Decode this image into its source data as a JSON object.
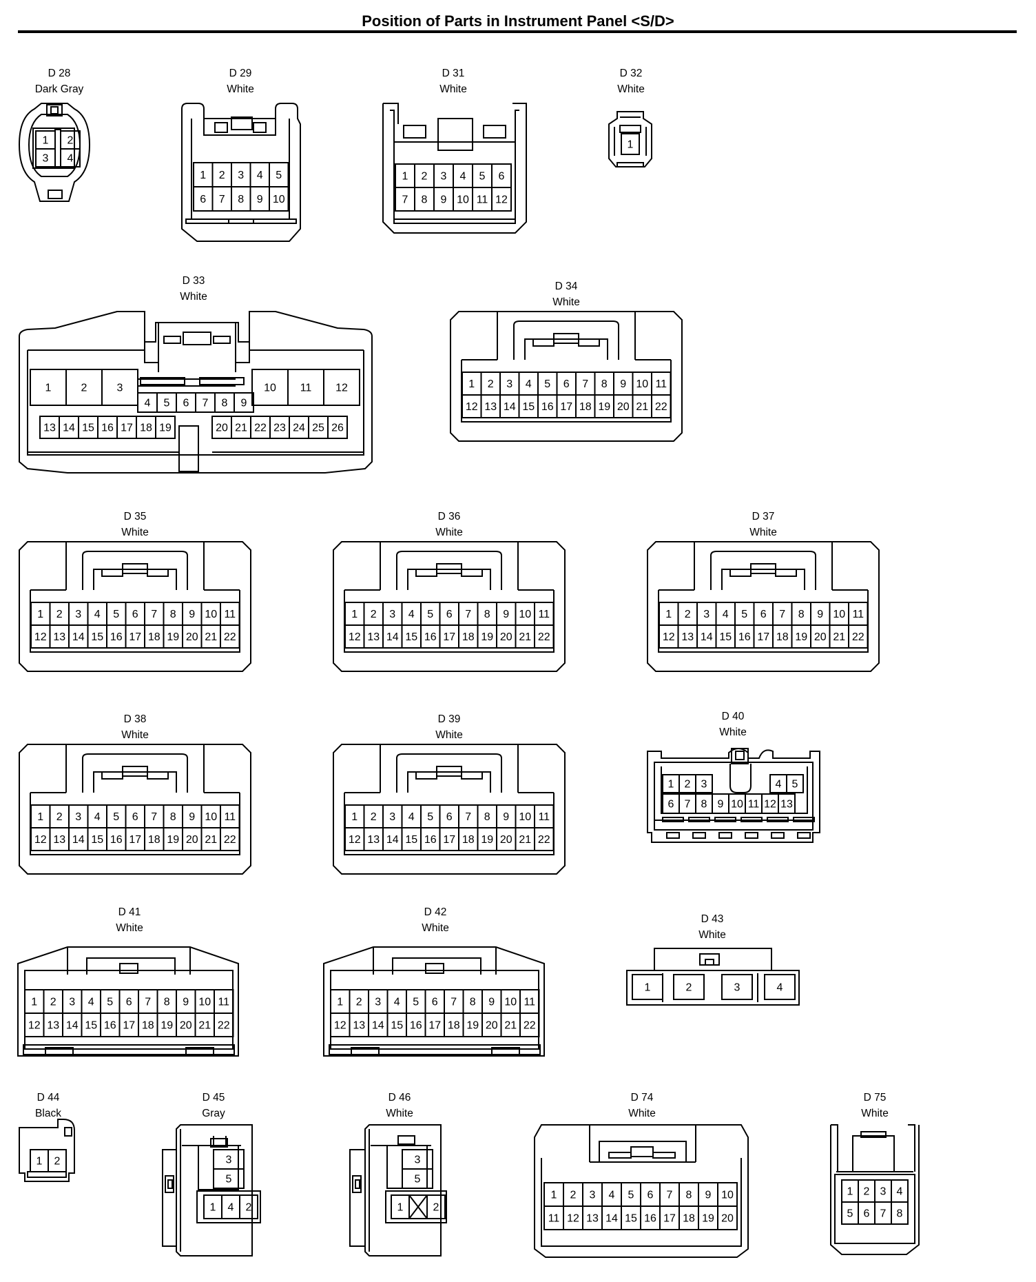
{
  "title": "Position of Parts in Instrument Panel <S/D>",
  "connectors": [
    {
      "id": "D 28",
      "color": "Dark Gray",
      "rows": [
        [
          1,
          2
        ],
        [
          3,
          4
        ]
      ]
    },
    {
      "id": "D 29",
      "color": "White",
      "rows": [
        [
          1,
          2,
          3,
          4,
          5
        ],
        [
          6,
          7,
          8,
          9,
          10
        ]
      ]
    },
    {
      "id": "D 31",
      "color": "White",
      "rows": [
        [
          1,
          2,
          3,
          4,
          5,
          6
        ],
        [
          7,
          8,
          9,
          10,
          11,
          12
        ]
      ]
    },
    {
      "id": "D 32",
      "color": "White",
      "rows": [
        [
          1
        ]
      ]
    },
    {
      "id": "D 33",
      "color": "White",
      "rows": [
        [
          1,
          2,
          3,
          10,
          11,
          12
        ],
        [
          4,
          5,
          6,
          7,
          8,
          9
        ],
        [
          13,
          14,
          15,
          16,
          17,
          18,
          19,
          20,
          21,
          22,
          23,
          24,
          25,
          26
        ]
      ]
    },
    {
      "id": "D 34",
      "color": "White",
      "rows": [
        [
          1,
          2,
          3,
          4,
          5,
          6,
          7,
          8,
          9,
          10,
          11
        ],
        [
          12,
          13,
          14,
          15,
          16,
          17,
          18,
          19,
          20,
          21,
          22
        ]
      ]
    },
    {
      "id": "D 35",
      "color": "White",
      "rows": [
        [
          1,
          2,
          3,
          4,
          5,
          6,
          7,
          8,
          9,
          10,
          11
        ],
        [
          12,
          13,
          14,
          15,
          16,
          17,
          18,
          19,
          20,
          21,
          22
        ]
      ]
    },
    {
      "id": "D 36",
      "color": "White",
      "rows": [
        [
          1,
          2,
          3,
          4,
          5,
          6,
          7,
          8,
          9,
          10,
          11
        ],
        [
          12,
          13,
          14,
          15,
          16,
          17,
          18,
          19,
          20,
          21,
          22
        ]
      ]
    },
    {
      "id": "D 37",
      "color": "White",
      "rows": [
        [
          1,
          2,
          3,
          4,
          5,
          6,
          7,
          8,
          9,
          10,
          11
        ],
        [
          12,
          13,
          14,
          15,
          16,
          17,
          18,
          19,
          20,
          21,
          22
        ]
      ]
    },
    {
      "id": "D 38",
      "color": "White",
      "rows": [
        [
          1,
          2,
          3,
          4,
          5,
          6,
          7,
          8,
          9,
          10,
          11
        ],
        [
          12,
          13,
          14,
          15,
          16,
          17,
          18,
          19,
          20,
          21,
          22
        ]
      ]
    },
    {
      "id": "D 39",
      "color": "White",
      "rows": [
        [
          1,
          2,
          3,
          4,
          5,
          6,
          7,
          8,
          9,
          10,
          11
        ],
        [
          12,
          13,
          14,
          15,
          16,
          17,
          18,
          19,
          20,
          21,
          22
        ]
      ]
    },
    {
      "id": "D 40",
      "color": "White",
      "rows": [
        [
          1,
          2,
          3,
          4,
          5
        ],
        [
          6,
          7,
          8,
          9,
          10,
          11,
          12,
          13
        ]
      ]
    },
    {
      "id": "D 41",
      "color": "White",
      "rows": [
        [
          1,
          2,
          3,
          4,
          5,
          6,
          7,
          8,
          9,
          10,
          11
        ],
        [
          12,
          13,
          14,
          15,
          16,
          17,
          18,
          19,
          20,
          21,
          22
        ]
      ]
    },
    {
      "id": "D 42",
      "color": "White",
      "rows": [
        [
          1,
          2,
          3,
          4,
          5,
          6,
          7,
          8,
          9,
          10,
          11
        ],
        [
          12,
          13,
          14,
          15,
          16,
          17,
          18,
          19,
          20,
          21,
          22
        ]
      ]
    },
    {
      "id": "D 43",
      "color": "White",
      "rows": [
        [
          1,
          2,
          3,
          4
        ]
      ]
    },
    {
      "id": "D 44",
      "color": "Black",
      "rows": [
        [
          1,
          2
        ]
      ]
    },
    {
      "id": "D 45",
      "color": "Gray",
      "rows": [
        [
          3
        ],
        [
          5
        ],
        [
          1,
          4,
          2
        ]
      ]
    },
    {
      "id": "D 46",
      "color": "White",
      "rows": [
        [
          3
        ],
        [
          5
        ],
        [
          1,
          2
        ]
      ]
    },
    {
      "id": "D 74",
      "color": "White",
      "rows": [
        [
          1,
          2,
          3,
          4,
          5,
          6,
          7,
          8,
          9,
          10
        ],
        [
          11,
          12,
          13,
          14,
          15,
          16,
          17,
          18,
          19,
          20
        ]
      ]
    },
    {
      "id": "D 75",
      "color": "White",
      "rows": [
        [
          1,
          2,
          3,
          4
        ],
        [
          5,
          6,
          7,
          8
        ]
      ]
    }
  ]
}
